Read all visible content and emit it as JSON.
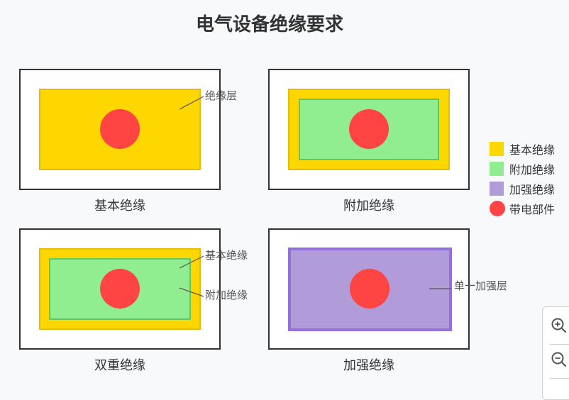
{
  "title": "电气设备绝缘要求",
  "panels": {
    "basic": {
      "caption": "基本绝缘",
      "annotations": [
        "绝缘层"
      ]
    },
    "auxiliary": {
      "caption": "附加绝缘"
    },
    "double": {
      "caption": "双重绝缘",
      "annotations": [
        "基本绝缘",
        "附加绝缘"
      ]
    },
    "reinforced": {
      "caption": "加强绝缘",
      "annotations": [
        "单一加强层"
      ]
    }
  },
  "legend": [
    {
      "label": "基本绝缘",
      "color": "#ffd700",
      "shape": "square"
    },
    {
      "label": "附加绝缘",
      "color": "#90ee90",
      "shape": "square"
    },
    {
      "label": "加强绝缘",
      "color": "#b19cd9",
      "shape": "square"
    },
    {
      "label": "带电部件",
      "color": "#ff4444",
      "shape": "circle"
    }
  ],
  "zoom_controls": {
    "zoom_in_icon": "zoom-in-icon",
    "zoom_out_icon": "zoom-out-icon"
  }
}
